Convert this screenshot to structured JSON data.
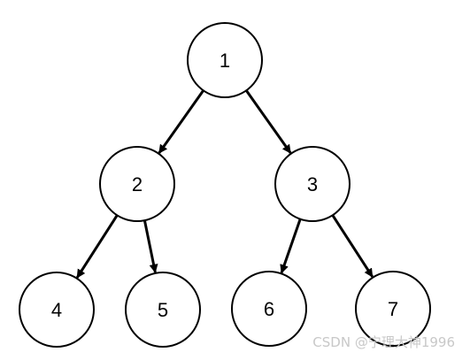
{
  "diagram": {
    "type": "binary-tree",
    "nodes": [
      {
        "id": "1",
        "label": "1"
      },
      {
        "id": "2",
        "label": "2"
      },
      {
        "id": "3",
        "label": "3"
      },
      {
        "id": "4",
        "label": "4"
      },
      {
        "id": "5",
        "label": "5"
      },
      {
        "id": "6",
        "label": "6"
      },
      {
        "id": "7",
        "label": "7"
      }
    ],
    "edges": [
      {
        "from": "1",
        "to": "2",
        "directed": true
      },
      {
        "from": "1",
        "to": "3",
        "directed": true
      },
      {
        "from": "2",
        "to": "4",
        "directed": true
      },
      {
        "from": "2",
        "to": "5",
        "directed": true
      },
      {
        "from": "3",
        "to": "6",
        "directed": true
      },
      {
        "from": "3",
        "to": "7",
        "directed": true
      }
    ],
    "colors": {
      "node_fill": "#ffffff",
      "node_stroke": "#000000",
      "edge": "#000000",
      "watermark": "#c8c8c8"
    }
  },
  "watermark": {
    "text": "CSDN @宁理大神1996"
  }
}
